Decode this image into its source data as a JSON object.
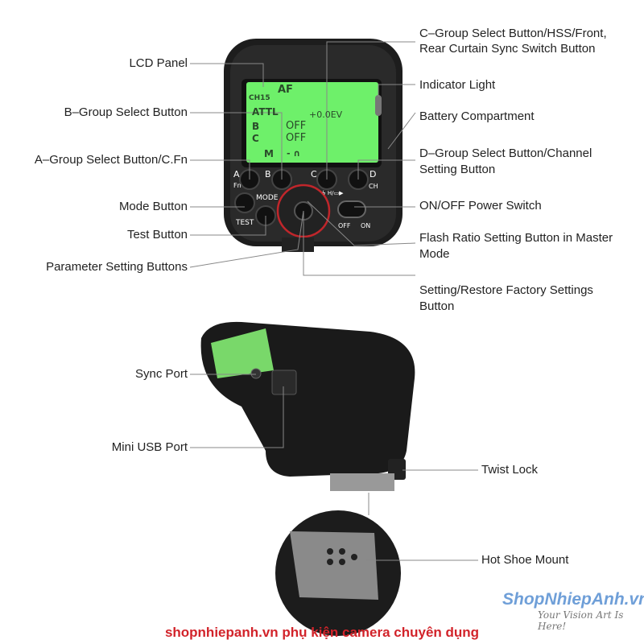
{
  "labels_left": {
    "lcd_panel": "LCD Panel",
    "b_group": "B–Group Select Button",
    "a_group": "A–Group Select Button/C.Fn",
    "mode": "Mode Button",
    "test": "Test Button",
    "parameter": "Parameter Setting Buttons",
    "sync_port": "Sync Port",
    "mini_usb": "Mini USB Port"
  },
  "labels_right": {
    "c_group_1": "C–Group Select Button/HSS/Front,",
    "c_group_2": "Rear Curtain Sync Switch Button",
    "indicator": "Indicator Light",
    "battery": "Battery Compartment",
    "d_group_1": "D–Group Select Button/Channel",
    "d_group_2": "Setting Button",
    "power": "ON/OFF Power Switch",
    "flash_ratio_1": "Flash Ratio Setting Button in Master",
    "flash_ratio_2": "Mode",
    "restore_1": "Setting/Restore Factory Settings",
    "restore_2": "Button",
    "twist_lock": "Twist Lock",
    "hot_shoe": "Hot Shoe Mount"
  },
  "lcd": {
    "af": "AF",
    "channel": "CH15",
    "row_a": "ATTL",
    "ev": "+0.0EV",
    "row_b": "B",
    "b_val": "OFF",
    "row_c": "C",
    "c_val": "OFF",
    "mode": "M",
    "bottom": "- ∩"
  },
  "buttons": {
    "a": "A",
    "a_sub": "Fn",
    "b": "B",
    "c": "C",
    "c_sub": "ϟ H/▭▶",
    "d": "D",
    "d_sub": "CH",
    "mode": "MODE",
    "test": "TEST",
    "off": "OFF",
    "on": "ON"
  },
  "logo": {
    "name": "ShopNhiepAnh.vn",
    "tagline": "Your Vision Art Is Here!"
  },
  "footer": "shopnhiepanh.vn phụ kiện camera chuyên dụng",
  "colors": {
    "lcd": "#6ef06a",
    "accent": "#c0262b",
    "body": "#1d1d1d"
  }
}
